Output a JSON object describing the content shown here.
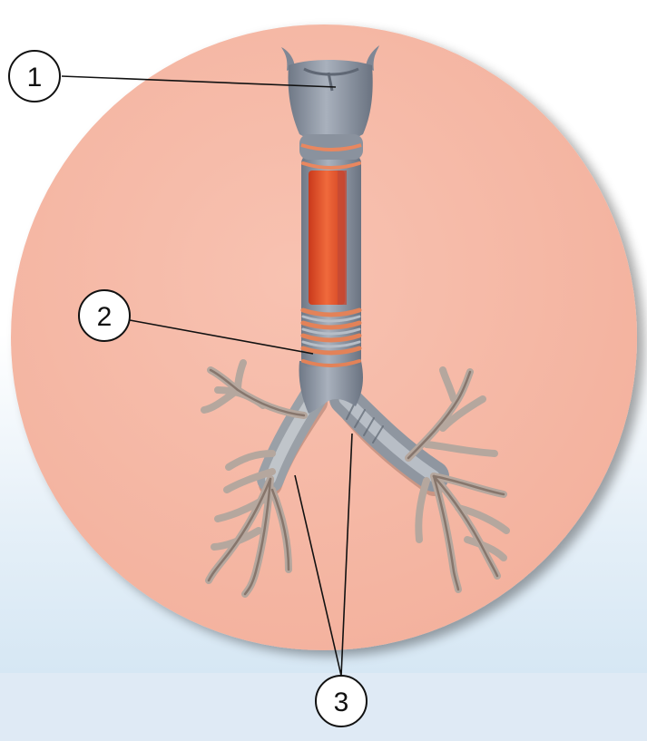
{
  "diagram": {
    "labels": [
      {
        "id": "larynx",
        "text": "1"
      },
      {
        "id": "trachea",
        "text": "2"
      },
      {
        "id": "bronchi",
        "text": "3"
      }
    ]
  },
  "colors": {
    "circle_fill": "#f6b9a6",
    "background_top": "#ffffff",
    "background_bottom": "#cfe3f2",
    "cartilage_gray": "#8f98a6",
    "trachea_red": "#e4512a",
    "leader_line": "#111111"
  }
}
